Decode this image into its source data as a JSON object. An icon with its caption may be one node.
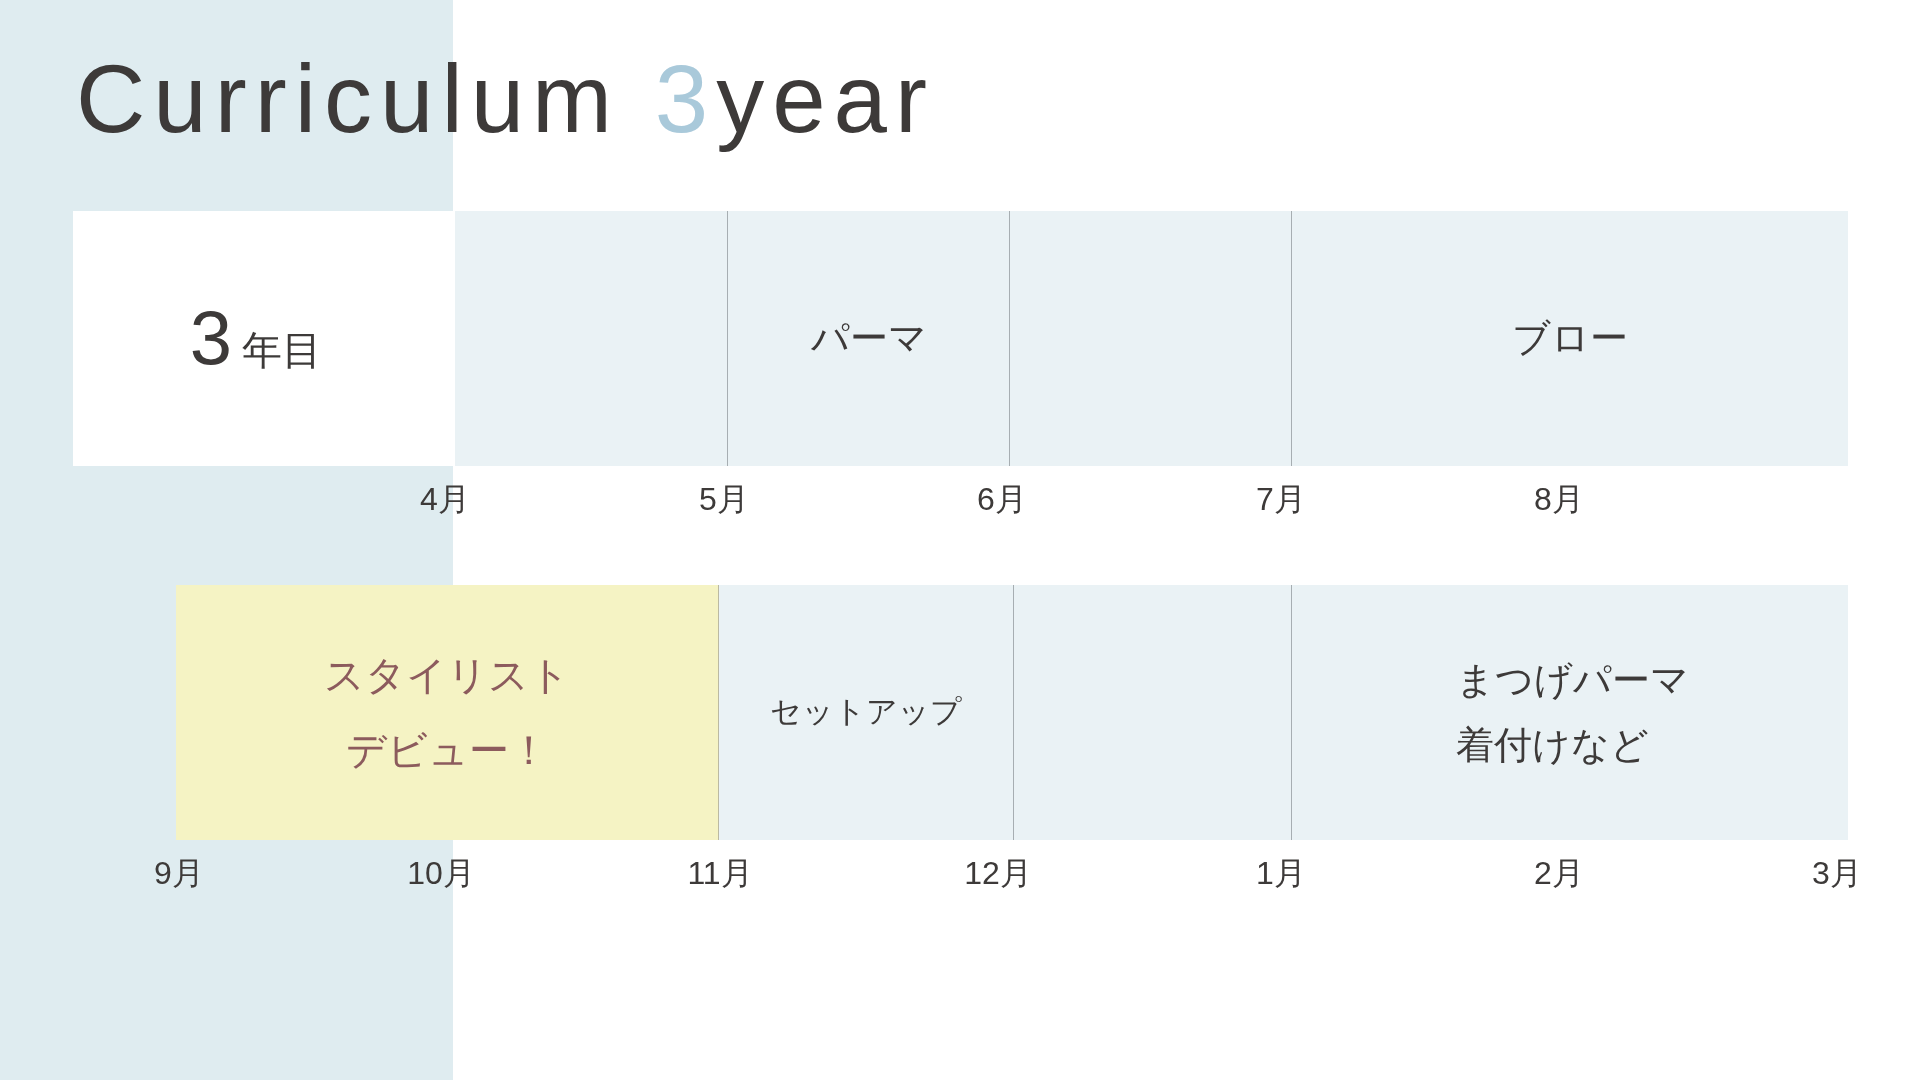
{
  "diagram": {
    "title": "Curriculum 3year",
    "nodes": [
      {
        "text": [
          "3年目"
        ]
      },
      {
        "text": [],
        "shape": "box"
      },
      {
        "text": [
          "パーマ"
        ]
      },
      {
        "text": [],
        "shape": "box"
      },
      {
        "text": [
          "ブロー"
        ]
      },
      {
        "text": [
          "スタイリストデビュー！"
        ]
      },
      {
        "text": [
          "セットアップ"
        ]
      },
      {
        "text": [],
        "shape": "box"
      },
      {
        "text": [
          "まつげパーマ着付けなど"
        ]
      }
    ],
    "labels": [
      "4月",
      "5月",
      "6月",
      "7月",
      "8月",
      "9月",
      "10月",
      "11月",
      "12月",
      "1月",
      "2月",
      "3月"
    ]
  }
}
